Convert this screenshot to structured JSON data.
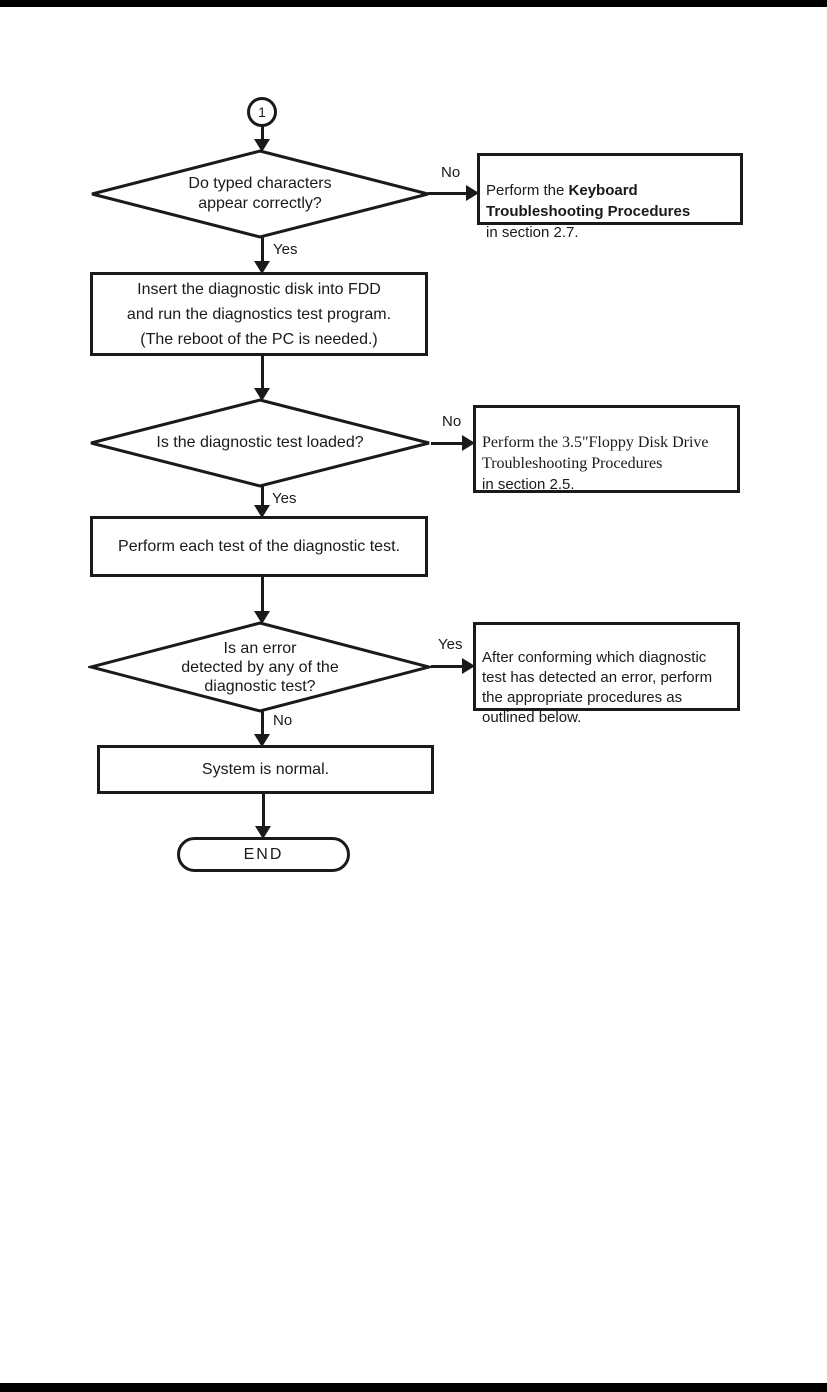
{
  "page": {
    "background_color": "#ffffff",
    "scan_bar_color": "#000000",
    "line_color": "#1a1a1a"
  },
  "flowchart": {
    "connector_1": "1",
    "decision_typed_chars": {
      "text": "Do typed characters\nappear correctly?"
    },
    "action_keyboard": {
      "prefix": "Perform the ",
      "bold": "Keyboard\nTroubleshooting Procedures",
      "suffix": "\nin section 2.7."
    },
    "process_insert_disk": {
      "text": "Insert the diagnostic disk into FDD\nand run the diagnostics test program.\n(The reboot of the PC is needed.)"
    },
    "decision_test_loaded": {
      "text": "Is the diagnostic test loaded?"
    },
    "action_fdd": {
      "serif_part": "Perform the 3.5\"Floppy Disk Drive\nTroubleshooting Procedures",
      "sans_part": "\nin section 2.5."
    },
    "process_run_tests": {
      "text": "Perform each test of the diagnostic test."
    },
    "decision_error": {
      "text": "Is an error\ndetected by any of the\ndiagnostic test?"
    },
    "action_error": {
      "text": "After conforming which diagnostic\ntest has detected an error, perform\nthe appropriate procedures as\noutlined below."
    },
    "process_normal": {
      "text": "System is normal."
    },
    "terminal_end": "END"
  },
  "labels": {
    "d1_no": "No",
    "d1_yes": "Yes",
    "d2_no": "No",
    "d2_yes": "Yes",
    "d3_yes": "Yes",
    "d3_no": "No"
  }
}
